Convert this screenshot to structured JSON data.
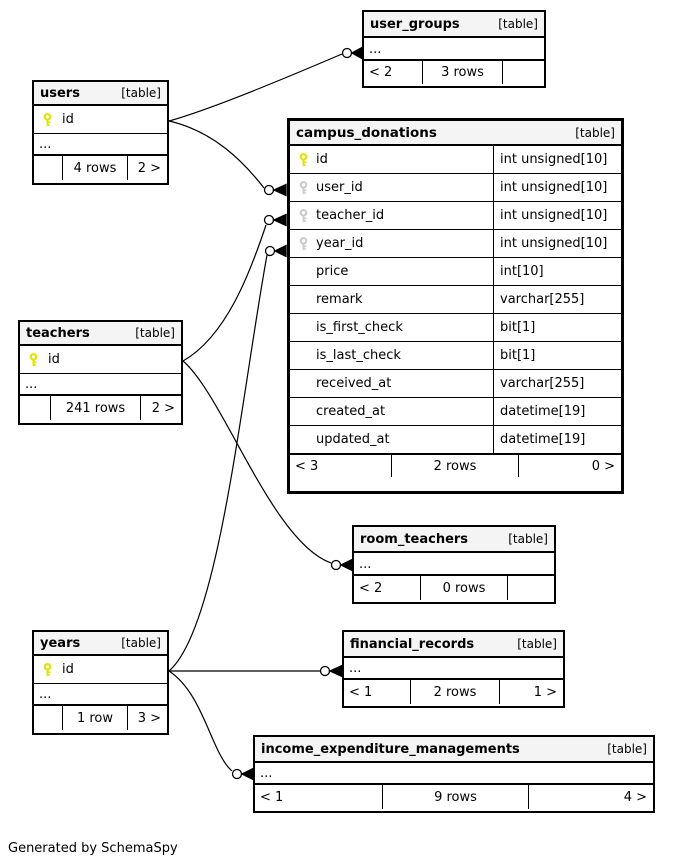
{
  "note": "Generated by SchemaSpy",
  "colors": {
    "border": "#000000",
    "header_bg": "#f4f4f4",
    "primary_key": "#e3e300",
    "foreign_key": "#cccccc",
    "row_bg": "#ffffff"
  },
  "tables": {
    "user_groups": {
      "name": "user_groups",
      "tag": "[table]",
      "more": "...",
      "stats": {
        "left": "< 2",
        "center": "3 rows",
        "right": ""
      }
    },
    "users": {
      "name": "users",
      "tag": "[table]",
      "pk": "id",
      "more": "...",
      "stats": {
        "left": "",
        "center": "4 rows",
        "right": "2 >"
      }
    },
    "campus_donations": {
      "name": "campus_donations",
      "tag": "[table]",
      "columns": [
        {
          "name": "id",
          "type": "int unsigned[10]",
          "key": "primary"
        },
        {
          "name": "user_id",
          "type": "int unsigned[10]",
          "key": "foreign"
        },
        {
          "name": "teacher_id",
          "type": "int unsigned[10]",
          "key": "foreign"
        },
        {
          "name": "year_id",
          "type": "int unsigned[10]",
          "key": "foreign"
        },
        {
          "name": "price",
          "type": "int[10]",
          "key": ""
        },
        {
          "name": "remark",
          "type": "varchar[255]",
          "key": ""
        },
        {
          "name": "is_first_check",
          "type": "bit[1]",
          "key": ""
        },
        {
          "name": "is_last_check",
          "type": "bit[1]",
          "key": ""
        },
        {
          "name": "received_at",
          "type": "varchar[255]",
          "key": ""
        },
        {
          "name": "created_at",
          "type": "datetime[19]",
          "key": ""
        },
        {
          "name": "updated_at",
          "type": "datetime[19]",
          "key": ""
        }
      ],
      "stats": {
        "left": "< 3",
        "center": "2 rows",
        "right": "0 >"
      }
    },
    "teachers": {
      "name": "teachers",
      "tag": "[table]",
      "pk": "id",
      "more": "...",
      "stats": {
        "left": "",
        "center": "241 rows",
        "right": "2 >"
      }
    },
    "room_teachers": {
      "name": "room_teachers",
      "tag": "[table]",
      "more": "...",
      "stats": {
        "left": "< 2",
        "center": "0 rows",
        "right": ""
      }
    },
    "years": {
      "name": "years",
      "tag": "[table]",
      "pk": "id",
      "more": "...",
      "stats": {
        "left": "",
        "center": "1 row",
        "right": "3 >"
      }
    },
    "financial_records": {
      "name": "financial_records",
      "tag": "[table]",
      "more": "...",
      "stats": {
        "left": "< 1",
        "center": "2 rows",
        "right": "1 >"
      }
    },
    "income_expenditure_managements": {
      "name": "income_expenditure_managements",
      "tag": "[table]",
      "more": "...",
      "stats": {
        "left": "< 1",
        "center": "9 rows",
        "right": "4 >"
      }
    }
  },
  "relationships": [
    {
      "from": "users.id",
      "to": "user_groups"
    },
    {
      "from": "users.id",
      "to": "campus_donations.user_id"
    },
    {
      "from": "teachers.id",
      "to": "campus_donations.teacher_id"
    },
    {
      "from": "teachers.id",
      "to": "room_teachers"
    },
    {
      "from": "years.id",
      "to": "campus_donations.year_id"
    },
    {
      "from": "years.id",
      "to": "financial_records"
    },
    {
      "from": "years.id",
      "to": "income_expenditure_managements"
    }
  ]
}
